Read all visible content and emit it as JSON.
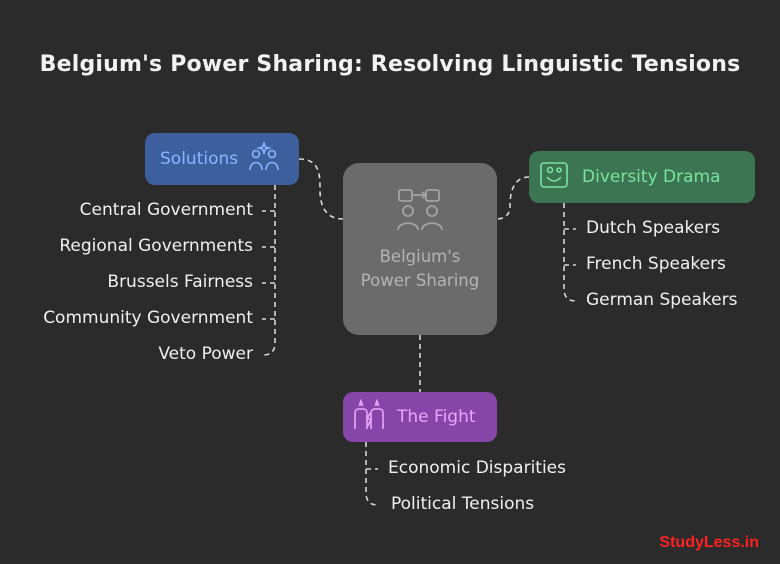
{
  "title": "Belgium's Power Sharing: Resolving Linguistic Tensions",
  "center": {
    "label": "Belgium's Power Sharing",
    "icon": "people-exchange-icon"
  },
  "solutions": {
    "label": "Solutions",
    "icon": "people-sparkle-icon",
    "items": [
      "Central Government",
      "Regional Governments",
      "Brussels Fairness",
      "Community Government",
      "Veto Power"
    ]
  },
  "diversity": {
    "label": "Diversity Drama",
    "icon": "theater-masks-icon",
    "items": [
      "Dutch Speakers",
      "French Speakers",
      "German Speakers"
    ]
  },
  "fight": {
    "label": "The Fight",
    "icon": "people-conflict-icon",
    "items": [
      "Economic Disparities",
      "Political Tensions"
    ]
  },
  "watermark": "StudyLess.in",
  "colors": {
    "background": "#2b2b2b",
    "solutions": "#3d5f9e",
    "diversity": "#3b7552",
    "fight": "#8546a8",
    "center": "#6b6b6b",
    "watermark": "#ff2020"
  }
}
